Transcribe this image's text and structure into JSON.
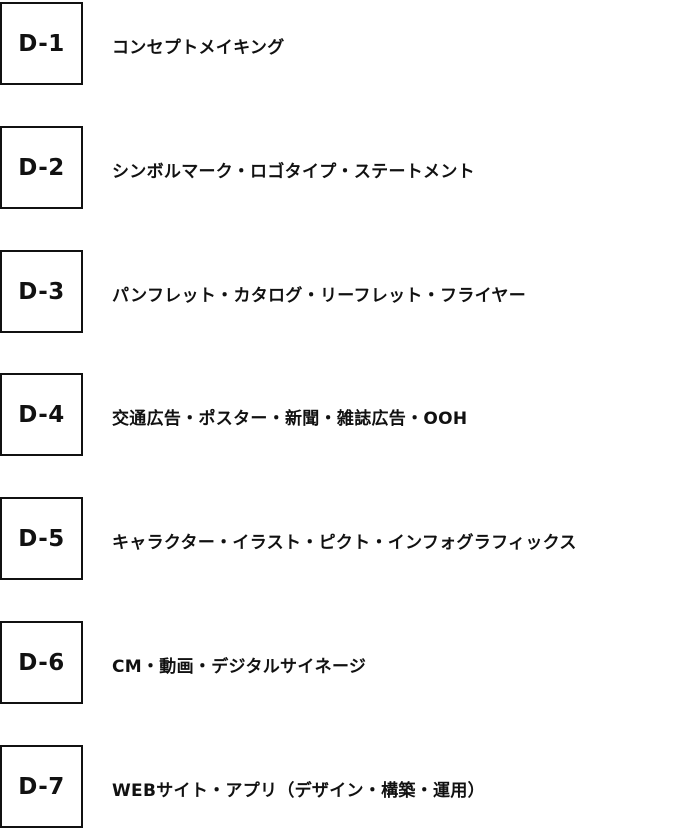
{
  "services": [
    {
      "code": "D-1",
      "label": "コンセプトメイキング"
    },
    {
      "code": "D-2",
      "label": "シンボルマーク・ロゴタイプ・ステートメント"
    },
    {
      "code": "D-3",
      "label": "パンフレット・カタログ・リーフレット・フライヤー"
    },
    {
      "code": "D-4",
      "label": "交通広告・ポスター・新聞・雑誌広告・OOH"
    },
    {
      "code": "D-5",
      "label": "キャラクター・イラスト・ピクト・インフォグラフィックス"
    },
    {
      "code": "D-6",
      "label": "CM・動画・デジタルサイネージ"
    },
    {
      "code": "D-7",
      "label": "WEBサイト・アプリ（デザイン・構築・運用）"
    }
  ]
}
